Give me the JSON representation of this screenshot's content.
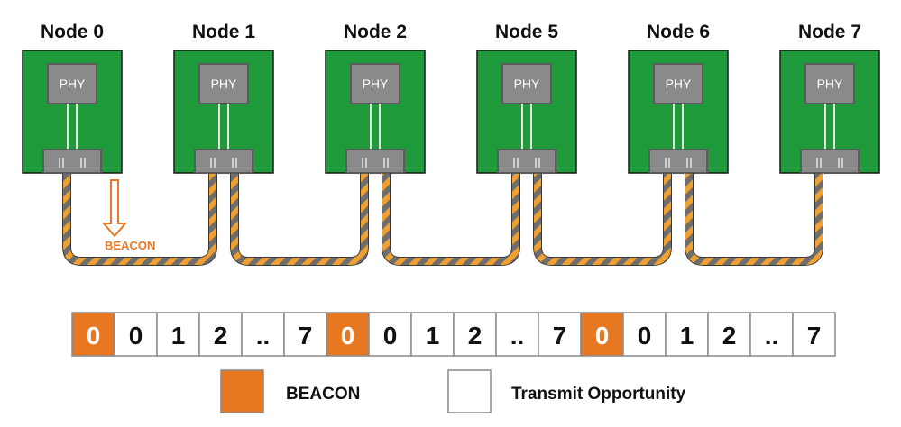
{
  "nodes": [
    {
      "label": "Node 0",
      "chip": "PHY"
    },
    {
      "label": "Node 1",
      "chip": "PHY"
    },
    {
      "label": "Node 2",
      "chip": "PHY"
    },
    {
      "label": "Node 5",
      "chip": "PHY"
    },
    {
      "label": "Node 6",
      "chip": "PHY"
    },
    {
      "label": "Node 7",
      "chip": "PHY"
    }
  ],
  "beacon_arrow_label": "BEACON",
  "cycle_cells": [
    {
      "text": "0",
      "type": "beacon"
    },
    {
      "text": "0",
      "type": "tx"
    },
    {
      "text": "1",
      "type": "tx"
    },
    {
      "text": "2",
      "type": "tx"
    },
    {
      "text": "..",
      "type": "tx"
    },
    {
      "text": "7",
      "type": "tx"
    },
    {
      "text": "0",
      "type": "beacon"
    },
    {
      "text": "0",
      "type": "tx"
    },
    {
      "text": "1",
      "type": "tx"
    },
    {
      "text": "2",
      "type": "tx"
    },
    {
      "text": "..",
      "type": "tx"
    },
    {
      "text": "7",
      "type": "tx"
    },
    {
      "text": "0",
      "type": "beacon"
    },
    {
      "text": "0",
      "type": "tx"
    },
    {
      "text": "1",
      "type": "tx"
    },
    {
      "text": "2",
      "type": "tx"
    },
    {
      "text": "..",
      "type": "tx"
    },
    {
      "text": "7",
      "type": "tx"
    }
  ],
  "legend": [
    {
      "label": "BEACON",
      "type": "beacon"
    },
    {
      "label": "Transmit Opportunity",
      "type": "tx"
    }
  ],
  "colors": {
    "board": "#1f9a3a",
    "board_border": "#1a1a1a",
    "chip": "#8a8a8a",
    "chip_border": "#5a5a5a",
    "beacon": "#e87722",
    "wire_orange": "#f0a030",
    "wire_gray": "#6e6e6e",
    "cell_border": "#8a8a8a"
  }
}
